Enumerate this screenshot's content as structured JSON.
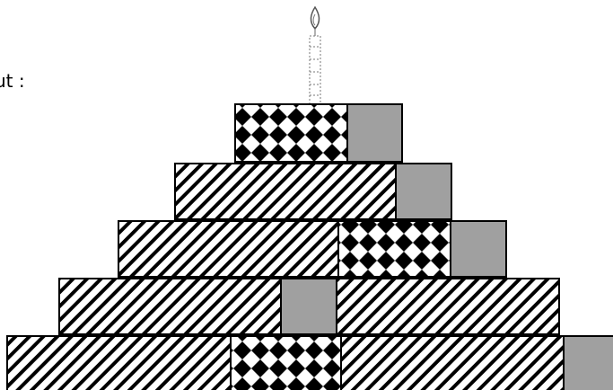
{
  "label": "ut :",
  "patterns": {
    "hatched": "diagonal-stripes",
    "checker": "black-diamond-checker",
    "gray": "solid-gray"
  },
  "colors": {
    "ink": "#000000",
    "gray_fill": "#a0a0a0",
    "background": "#ffffff"
  },
  "icons": {
    "top": "candle-icon"
  },
  "tiers": [
    {
      "name": "tier-1",
      "segments": [
        "checker",
        "gray"
      ]
    },
    {
      "name": "tier-2",
      "segments": [
        "hatched",
        "gray"
      ]
    },
    {
      "name": "tier-3",
      "segments": [
        "hatched",
        "checker",
        "gray"
      ]
    },
    {
      "name": "tier-4",
      "segments": [
        "hatched",
        "gray",
        "hatched"
      ]
    },
    {
      "name": "tier-5",
      "segments": [
        "hatched",
        "checker",
        "hatched",
        "gray"
      ]
    }
  ]
}
